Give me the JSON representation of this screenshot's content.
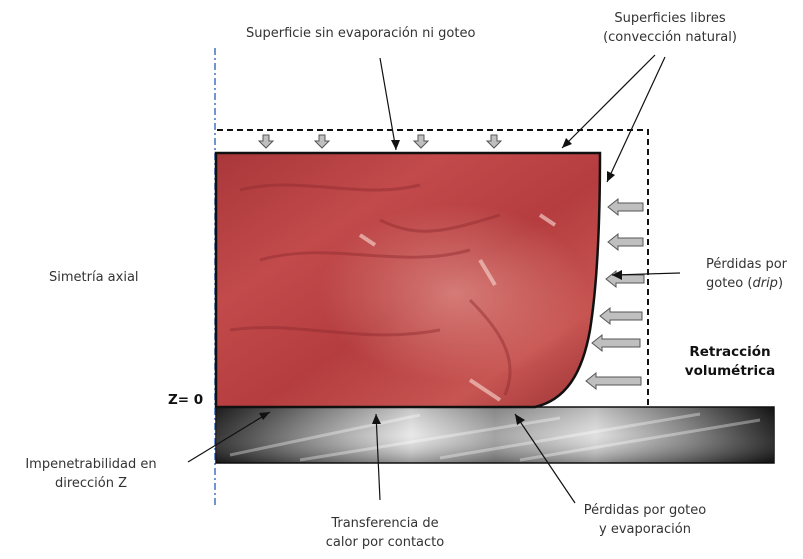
{
  "labels": {
    "top_surface": "Superficie sin evaporación ni goteo",
    "free_surfaces": [
      "Superficies libres",
      "(convección natural)"
    ],
    "axial_symmetry": "Simetría axial",
    "drip_losses": [
      "Pérdidas por",
      "goteo (",
      "drip",
      ")"
    ],
    "volumetric_shrinkage": [
      "Retracción",
      "volumétrica"
    ],
    "z_zero": "Z= 0",
    "impenetrability": [
      "Impenetrabilidad en",
      "dirección Z"
    ],
    "contact_heat": [
      "Transferencia  de",
      "calor por contacto"
    ],
    "drip_evaporation": [
      "Pérdidas por goteo",
      "y evaporación"
    ]
  },
  "icons": {
    "down_arrows": "down-arrow-icon",
    "left_arrows": "left-arrow-icon"
  },
  "colors": {
    "meat": "#b23a3c",
    "meat_light": "#cf5d5c",
    "plate_dark": "#1e1e1e",
    "plate_light": "#d8d8d8",
    "arrow_fill": "#bfbfbf",
    "axis_line": "#4472c4"
  }
}
